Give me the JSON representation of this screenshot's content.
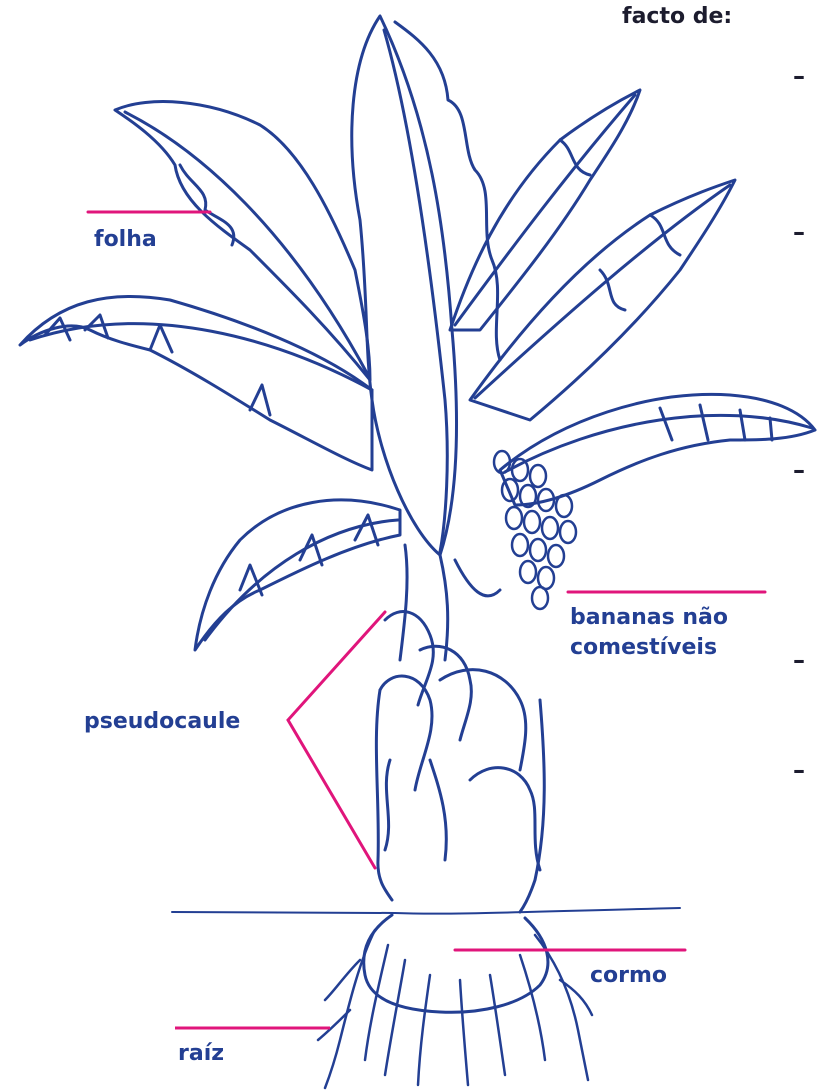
{
  "side_text": {
    "top_line": "facto de:",
    "bullets": [
      "–",
      "–",
      "–",
      "–",
      "–"
    ]
  },
  "labels": {
    "leaf": "folha",
    "fruit": [
      "bananas não",
      "comestíveis"
    ],
    "pseudostem": "pseudocaule",
    "corm": "cormo",
    "root": "raíz"
  },
  "colors": {
    "ink": "#233f93",
    "leader": "#e0157b",
    "label_text": "#233f93",
    "side_text": "#1c1c2e"
  }
}
